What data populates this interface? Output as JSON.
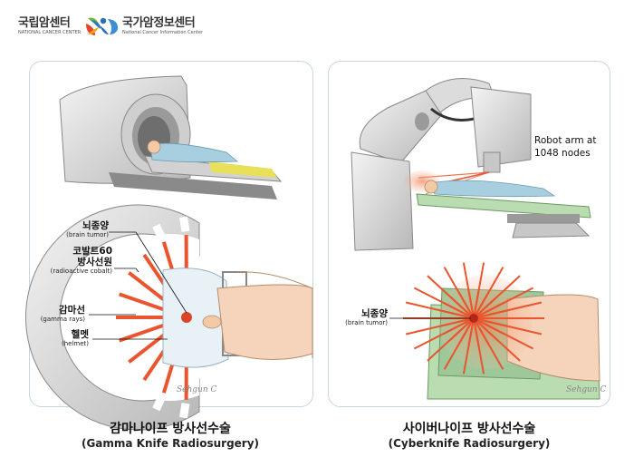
{
  "logos": {
    "ncc": {
      "name_ko": "국립암센터",
      "name_en": "NATIONAL CANCER CENTER"
    },
    "ncic": {
      "name_ko": "국가암정보센터",
      "name_en": "National Cancer Information Center"
    }
  },
  "gamma": {
    "labels": {
      "brain_tumor": {
        "ko": "뇌종양",
        "en": "(brain tumor)"
      },
      "cobalt": {
        "ko_line1": "코발트60",
        "ko_line2": "방사선원",
        "en": "(radioactive cobalt)"
      },
      "gamma_rays": {
        "ko": "감마선",
        "en": "(gamma rays)"
      },
      "helmet": {
        "ko": "헬멧",
        "en": "(helmet)"
      }
    },
    "caption": {
      "ko": "감마나이프 방사선수술",
      "en": "(Gamma Knife Radiosurgery)"
    }
  },
  "cyber": {
    "robot_label": {
      "line1": "Robot arm at",
      "line2": "1048 nodes"
    },
    "labels": {
      "brain_tumor": {
        "ko": "뇌종양",
        "en": "(brain tumor)"
      }
    },
    "caption": {
      "ko": "사이버나이프 방사선수술",
      "en": "(Cyberknife Radiosurgery)"
    }
  },
  "colors": {
    "ray": "#e8552e",
    "panel_border": "#c7d6e2",
    "machine": "#d9d9d9",
    "gown": "#a8cfe0",
    "couch_green": "#b9dcb0"
  }
}
